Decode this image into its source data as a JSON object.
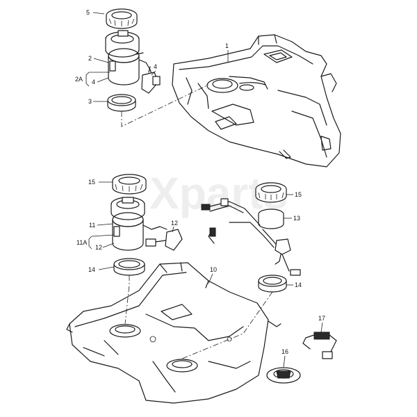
{
  "diagram": {
    "watermark": "Xparts",
    "labels": {
      "n1": "1",
      "n2": "2",
      "n2a": "2A",
      "n3": "3",
      "n4a": "4",
      "n4b": "4",
      "n5": "5",
      "n10": "10",
      "n11": "11",
      "n11a": "11A",
      "n12a": "12",
      "n12b": "12",
      "n13": "13",
      "n14a": "14",
      "n14b": "14",
      "n15a": "15",
      "n15b": "15",
      "n16": "16",
      "n17": "17"
    }
  }
}
